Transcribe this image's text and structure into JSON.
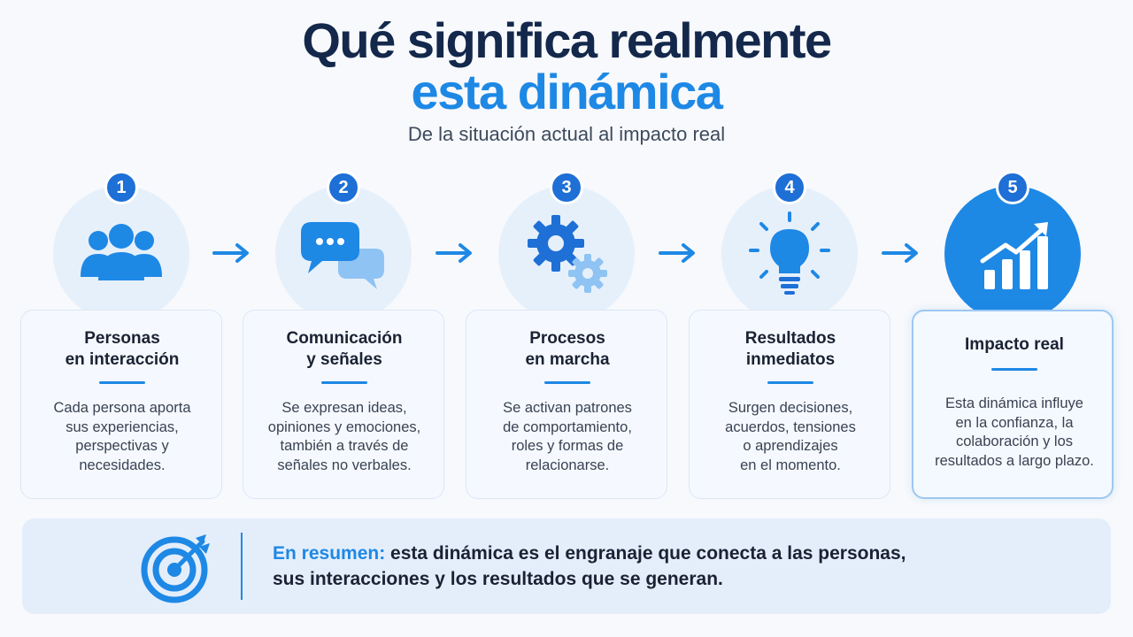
{
  "header": {
    "title_line1": "Qué significa realmente",
    "title_line2": "esta dinámica",
    "subtitle": "De la situación actual al impacto real"
  },
  "colors": {
    "navy": "#13284b",
    "accent": "#1e88e5",
    "badge": "#1e6fd6",
    "circle_bg": "#e6f0fb",
    "card_bg": "#f5f9ff"
  },
  "steps": [
    {
      "number": "1",
      "icon": "people-icon",
      "title_l1": "Personas",
      "title_l2": "en interacción",
      "desc": [
        "Cada persona aporta",
        "sus experiencias,",
        "perspectivas y",
        "necesidades."
      ]
    },
    {
      "number": "2",
      "icon": "chat-bubbles-icon",
      "title_l1": "Comunicación",
      "title_l2": "y señales",
      "desc": [
        "Se expresan ideas,",
        "opiniones y emociones,",
        "también a través de",
        "señales no verbales."
      ]
    },
    {
      "number": "3",
      "icon": "gears-icon",
      "title_l1": "Procesos",
      "title_l2": "en marcha",
      "desc": [
        "Se activan patrones",
        "de comportamiento,",
        "roles y formas de",
        "relacionarse."
      ]
    },
    {
      "number": "4",
      "icon": "lightbulb-icon",
      "title_l1": "Resultados",
      "title_l2": "inmediatos",
      "desc": [
        "Surgen decisiones,",
        "acuerdos, tensiones",
        "o aprendizajes",
        "en el momento."
      ]
    },
    {
      "number": "5",
      "icon": "growth-chart-icon",
      "title_l1": "Impacto real",
      "title_l2": "",
      "desc": [
        "Esta dinámica influye",
        "en la confianza, la",
        "colaboración y los",
        "resultados a largo plazo."
      ]
    }
  ],
  "summary": {
    "icon": "target-icon",
    "lead": "En resumen:",
    "text_l1": " esta dinámica es el engranaje que conecta a las personas,",
    "text_l2": "sus interacciones y los resultados que se generan."
  }
}
